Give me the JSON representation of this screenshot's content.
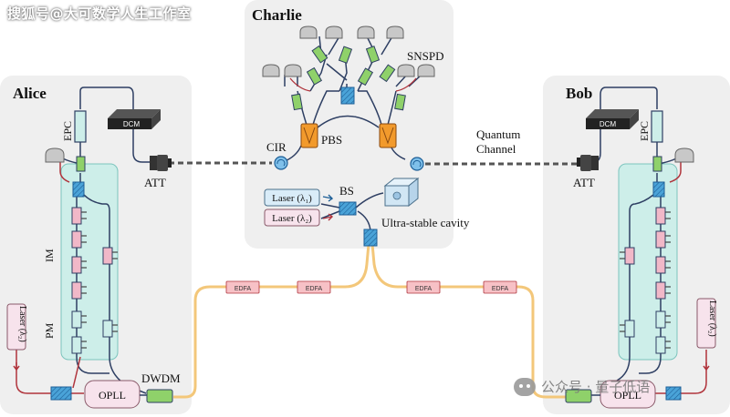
{
  "watermark_top": "搜狐号@大可数学人生工作室",
  "watermark_bottom": "公众号 · 量子低语",
  "labels": {
    "alice": "Alice",
    "bob": "Bob",
    "charlie": "Charlie",
    "epc": "EPC",
    "dcm": "DCM",
    "att": "ATT",
    "im": "IM",
    "pm": "PM",
    "laser_lambda2": "Laser (λ₂)",
    "laser_lambda1": "Laser (λ₁)",
    "opll": "OPLL",
    "dwdm": "DWDM",
    "cir": "CIR",
    "pbs": "PBS",
    "snspd": "SNSPD",
    "bs": "BS",
    "cavity": "Ultra-stable cavity",
    "quantum_channel_1": "Quantum",
    "quantum_channel_2": "Channel",
    "edfa": "EDFA"
  },
  "colors": {
    "panel": "#eeeeee",
    "cyan_box": "#cdeee9",
    "fiber_dark": "#2e3f63",
    "fiber_red": "#b0343c",
    "fiber_yellow": "#f3c77a",
    "green_comp": "#8fd16a",
    "pink_comp": "#f1b8c8",
    "orange_pbs": "#f29a2c",
    "blue_comp": "#3e8ed0",
    "edfa_fill": "#f7c1c6"
  }
}
